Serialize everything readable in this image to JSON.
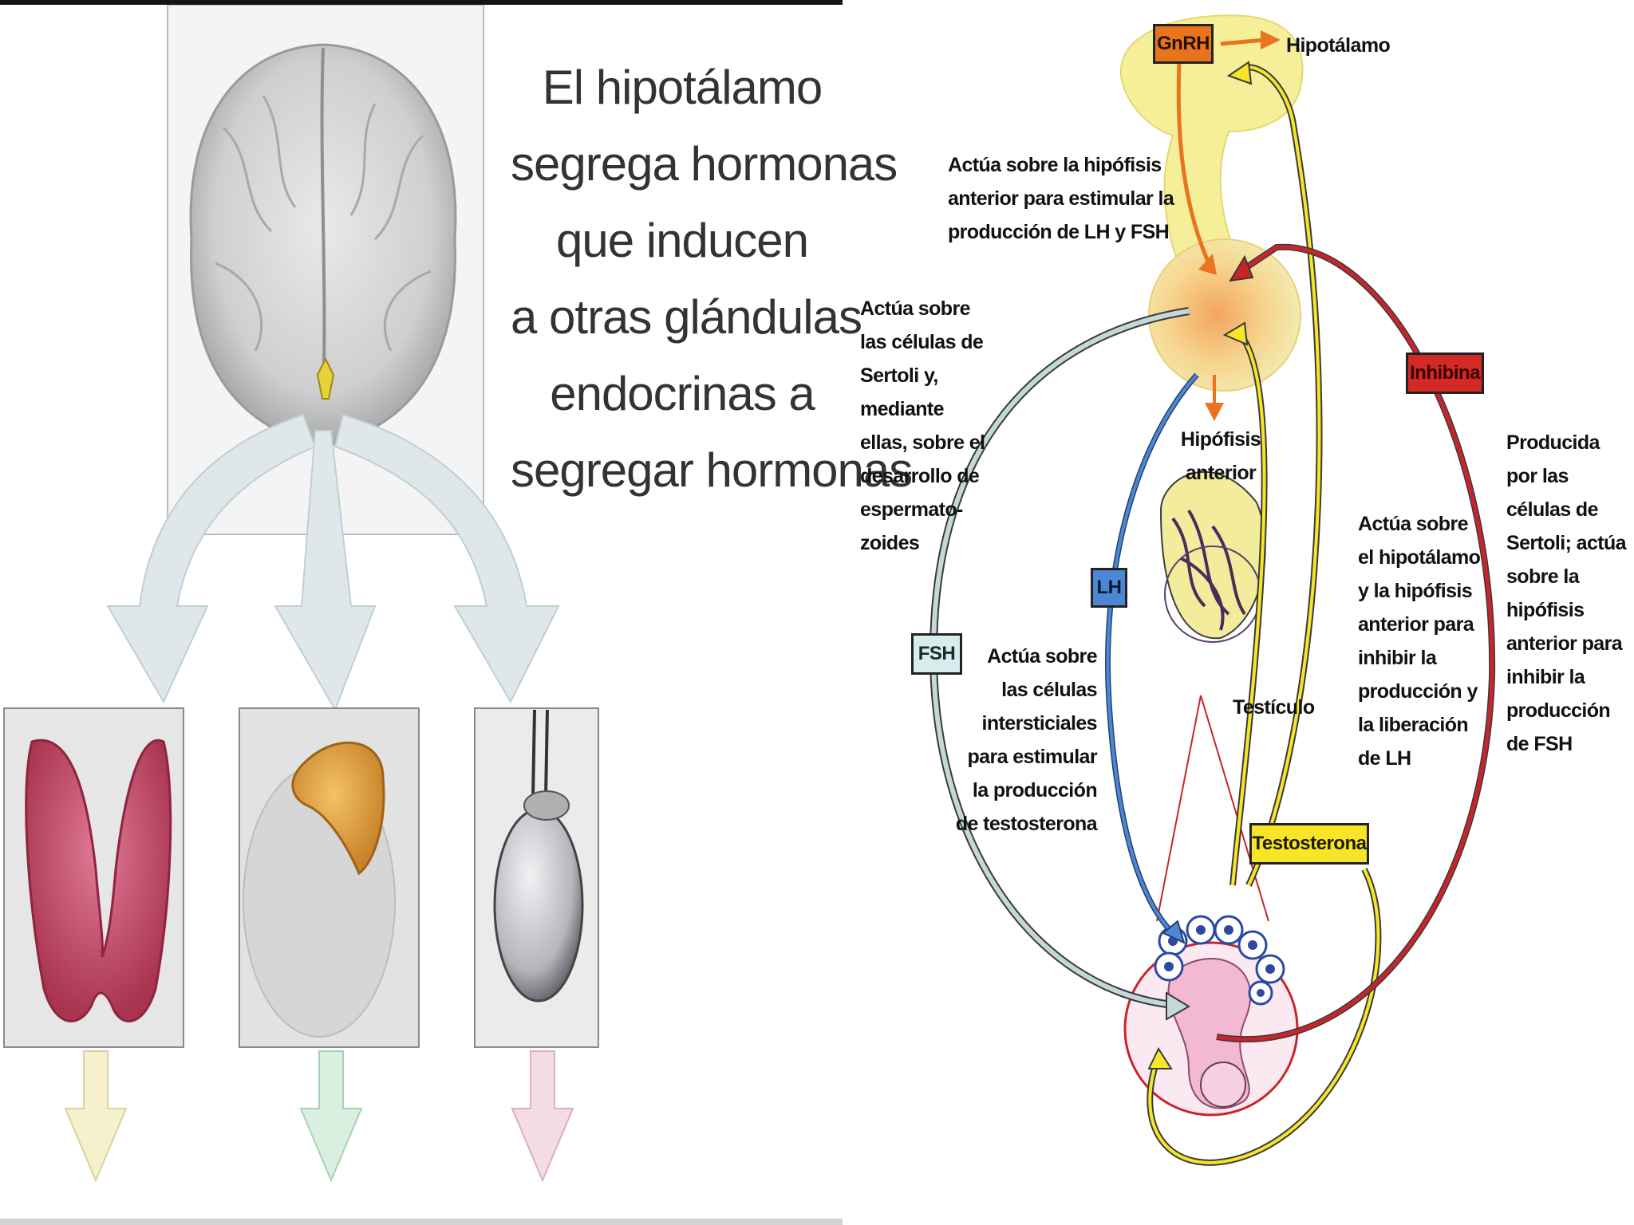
{
  "left_panel": {
    "title_lines": [
      "El hipotálamo",
      "segrega hormonas",
      "que inducen",
      "a otras glándulas",
      "endocrinas a",
      "segregar hormonas"
    ]
  },
  "right_panel": {
    "tags": {
      "gnrh": "GnRH",
      "inhibina": "Inhibina",
      "lh": "LH",
      "fsh": "FSH",
      "testosterona": "Testosterona"
    },
    "labels": {
      "hipotalamo": "Hipotálamo",
      "hipofisis_anterior": [
        "Hipófisis",
        "anterior"
      ],
      "testiculo": "Testículo",
      "gnrh_action": [
        "Actúa sobre la hipófisis",
        "anterior para estimular la",
        "producción de LH y FSH"
      ],
      "fsh_action": [
        "Actúa sobre",
        "las células de",
        "Sertoli y,",
        "mediante",
        "ellas, sobre el",
        "desarrollo de",
        "espermato-",
        "zoides"
      ],
      "lh_action": [
        "Actúa sobre",
        "las células",
        "intersticiales",
        "para estimular",
        "la producción",
        "de testosterona"
      ],
      "testosterona_action": [
        "Actúa sobre",
        "el hipotálamo",
        "y la hipófisis",
        "anterior para",
        "inhibir la",
        "producción y",
        "la liberación",
        "de LH"
      ],
      "inhibina_action": [
        "Producida",
        "por las",
        "células de",
        "Sertoli; actúa",
        "sobre la",
        "hipófisis",
        "anterior para",
        "inhibir la",
        "producción",
        "de FSH"
      ]
    }
  },
  "colors": {
    "gnrh": "#e9741e",
    "inhibina": "#d42a26",
    "lh": "#4c86d4",
    "fsh_fill": "#d7ecec",
    "fsh_line": "#a8c1bd",
    "testosterona": "#f7e627",
    "red_line": "#c8252a",
    "gland_pink": "#c34a6c",
    "gland_orange": "#e2a23b"
  }
}
